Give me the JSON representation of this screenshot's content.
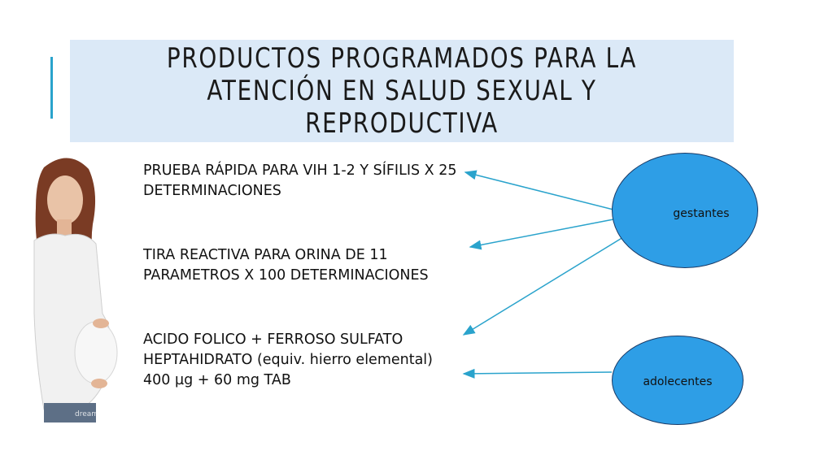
{
  "slide": {
    "title": "Productos programados para la atención en salud sexual y reproductiva",
    "items": [
      "PRUEBA RÁPIDA PARA VIH 1-2 Y SÍFILIS X 25 DETERMINACIONES",
      "TIRA REACTIVA PARA ORINA DE 11 PARAMETROS X 100 DETERMINACIONES",
      "ACIDO FOLICO + FERROSO SULFATO HEPTAHIDRATO (equiv. hierro elemental) 400 µg + 60 mg TAB"
    ],
    "groups": [
      "gestantes",
      "adolecentes"
    ],
    "photo_watermark": "dreamstime.com"
  },
  "colors": {
    "title_bg": "#dbe9f7",
    "accent": "#2aa3cc",
    "circle_fill": "#2e9ee6",
    "arrow": "#2aa3cc"
  }
}
